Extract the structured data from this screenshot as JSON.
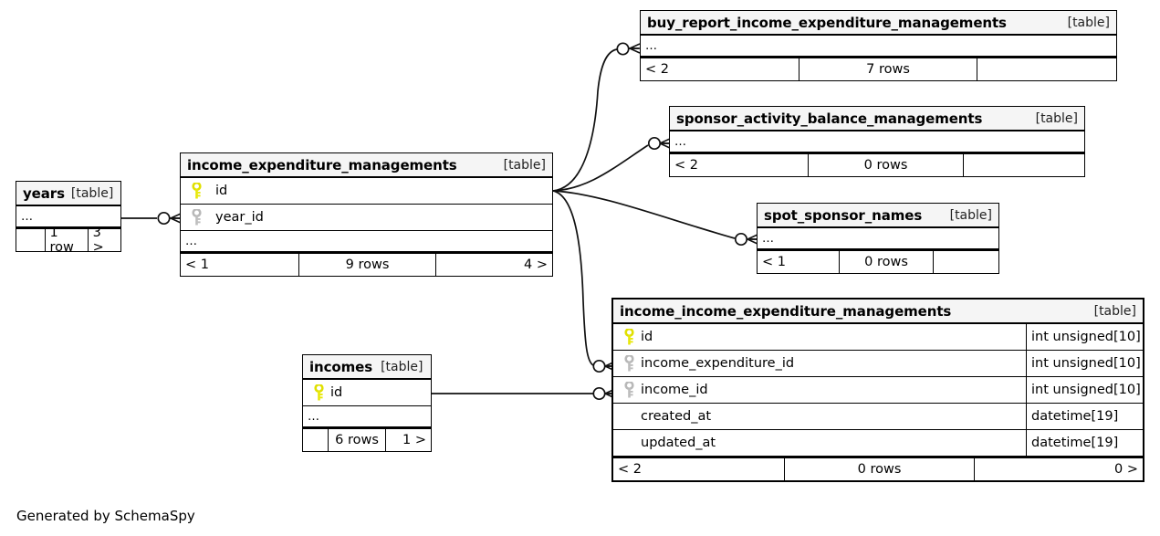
{
  "diagram": {
    "generator_label": "Generated by SchemaSpy",
    "table_kind_label": "[table]",
    "ellipsis": "…",
    "pk_icon": "yellow-key-icon",
    "fk_icon": "gray-key-icon",
    "colors": {
      "pk_key": "#e8e80a",
      "fk_key": "#b3b3b3",
      "header_bg": "#f5f5f5",
      "border": "#000000",
      "edge": "#1a1a1a",
      "background": "#ffffff"
    }
  },
  "tables": {
    "buy_report": {
      "name": "buy_report_income_expenditure_managements",
      "kind": "[table]",
      "rows": [
        {
          "label": "…",
          "type": ""
        }
      ],
      "footer": {
        "left": "< 2",
        "center": "7 rows",
        "right": ""
      }
    },
    "sponsor_activity": {
      "name": "sponsor_activity_balance_managements",
      "kind": "[table]",
      "rows": [
        {
          "label": "…",
          "type": ""
        }
      ],
      "footer": {
        "left": "< 2",
        "center": "0 rows",
        "right": ""
      }
    },
    "spot_sponsor": {
      "name": "spot_sponsor_names",
      "kind": "[table]",
      "rows": [
        {
          "label": "…",
          "type": ""
        }
      ],
      "footer": {
        "left": "< 1",
        "center": "0 rows",
        "right": ""
      }
    },
    "income_expenditure": {
      "name": "income_expenditure_managements",
      "kind": "[table]",
      "columns": [
        {
          "label": "id",
          "key": "pk",
          "type": ""
        },
        {
          "label": "year_id",
          "key": "fk",
          "type": ""
        }
      ],
      "ellipsis_row": "…",
      "footer": {
        "left": "< 1",
        "center": "9 rows",
        "right": "4 >"
      }
    },
    "years": {
      "name": "years",
      "kind": "[table]",
      "rows": [
        {
          "label": "…",
          "type": ""
        }
      ],
      "footer": {
        "left": "",
        "center": "1 row",
        "right": "3 >"
      }
    },
    "incomes": {
      "name": "incomes",
      "kind": "[table]",
      "columns": [
        {
          "label": "id",
          "key": "pk",
          "type": ""
        }
      ],
      "ellipsis_row": "…",
      "footer": {
        "left": "",
        "center": "6 rows",
        "right": "1 >"
      }
    },
    "income_income_expenditure": {
      "name": "income_income_expenditure_managements",
      "kind": "[table]",
      "columns": [
        {
          "label": "id",
          "key": "pk",
          "type": "int unsigned[10]"
        },
        {
          "label": "income_expenditure_id",
          "key": "fk",
          "type": "int unsigned[10]"
        },
        {
          "label": "income_id",
          "key": "fk",
          "type": "int unsigned[10]"
        },
        {
          "label": "created_at",
          "key": "none",
          "type": "datetime[19]"
        },
        {
          "label": "updated_at",
          "key": "none",
          "type": "datetime[19]"
        }
      ],
      "footer": {
        "left": "< 2",
        "center": "0 rows",
        "right": "0 >"
      }
    }
  },
  "relationships": [
    {
      "from": "years",
      "to": "income_expenditure.year_id"
    },
    {
      "from": "income_expenditure.id",
      "to": "buy_report"
    },
    {
      "from": "income_expenditure.id",
      "to": "sponsor_activity"
    },
    {
      "from": "income_expenditure.id",
      "to": "spot_sponsor"
    },
    {
      "from": "income_expenditure.id",
      "to": "income_income_expenditure.income_expenditure_id"
    },
    {
      "from": "incomes.id",
      "to": "income_income_expenditure.income_id"
    }
  ]
}
